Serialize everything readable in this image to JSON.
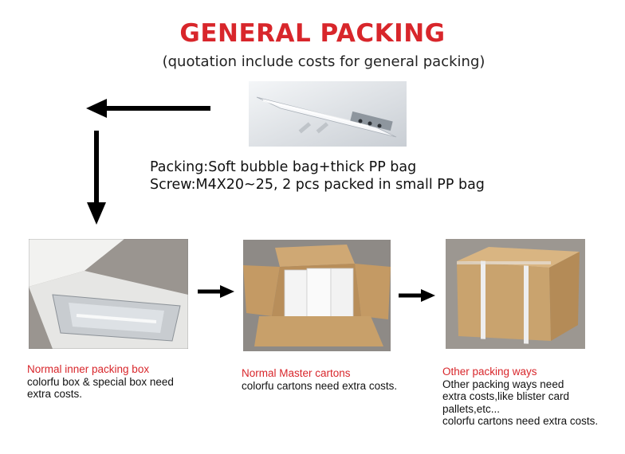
{
  "header": {
    "title": "GENERAL PACKING",
    "subtitle": "(quotation include costs for general packing)"
  },
  "description": {
    "line1": "Packing:Soft bubble bag+thick PP bag",
    "line2": "Screw:M4X20~25, 2 pcs packed in small PP bag"
  },
  "steps": [
    {
      "title": "Normal inner packing box",
      "lines": [
        "colorfu box & special box need",
        "extra costs."
      ]
    },
    {
      "title": "Normal Master cartons",
      "lines": [
        "colorfu cartons need extra costs."
      ]
    },
    {
      "title": "Other packing ways",
      "lines": [
        "Other packing ways need",
        "extra costs,like blister card",
        "pallets,etc...",
        "colorfu cartons need extra costs."
      ]
    }
  ],
  "colors": {
    "title": "#d8262b",
    "caption_title": "#d8262b",
    "text": "#111111",
    "cardboard": "#c9a36e"
  }
}
